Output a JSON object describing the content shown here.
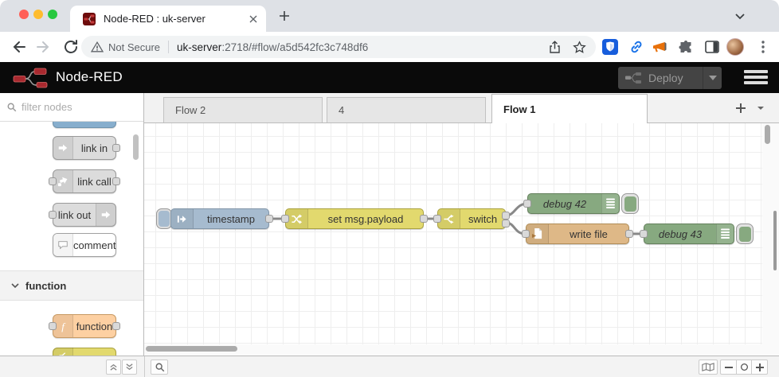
{
  "browser": {
    "tab": {
      "title": "Node-RED : uk-server"
    },
    "toolbar": {
      "security_label": "Not Secure",
      "url_host": "uk-server",
      "url_path": ":2718/#flow/a5d542fc3c748df6"
    }
  },
  "header": {
    "brand": "Node-RED",
    "deploy_label": "Deploy"
  },
  "palette": {
    "search_placeholder": "filter nodes",
    "items": [
      {
        "label": "link in"
      },
      {
        "label": "link call"
      },
      {
        "label": "link out"
      },
      {
        "label": "comment"
      }
    ],
    "category_function": {
      "label": "function"
    },
    "function_node": {
      "label": "function"
    }
  },
  "workspace": {
    "tabs": [
      {
        "label": "Flow 2"
      },
      {
        "label": "4"
      },
      {
        "label": "Flow 1"
      }
    ],
    "nodes": {
      "inject": {
        "label": "timestamp"
      },
      "change": {
        "label": "set msg.payload"
      },
      "switch": {
        "label": "switch"
      },
      "debug42": {
        "label": "debug 42"
      },
      "writefile": {
        "label": "write file"
      },
      "debug43": {
        "label": "debug 43"
      }
    }
  },
  "colors": {
    "inject": "#a6bbcf",
    "function_yellow": "#e2d96e",
    "debug_green": "#87a980",
    "file_orange": "#deb887",
    "function_peach": "#fdd0a2",
    "header_bg": "#000000",
    "wire": "#888888",
    "brand_red": "#a9292f"
  }
}
